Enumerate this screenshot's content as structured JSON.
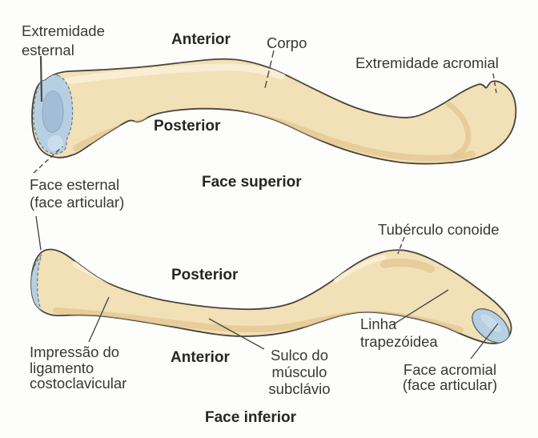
{
  "colors": {
    "background": "#fdfdfc",
    "bone_fill": "#f2e0b6",
    "bone_outline": "#48433a",
    "bone_highlight": "#f9efd6",
    "bone_shadow": "#e2c48f",
    "articular_face_blue": "#b6cfe2",
    "articular_face_blue_dark": "#a2bdd7",
    "articular_face_blue_light": "#cadeec",
    "leader_line": "#4a4a4a",
    "label_text": "#383838",
    "heading_text": "#262626"
  },
  "superior_view": {
    "heading": "Face superior",
    "direction_anterior": "Anterior",
    "direction_posterior": "Posterior",
    "labels": {
      "extremidade_esternal": "Extremidade\nesternal",
      "corpo": "Corpo",
      "extremidade_acromial": "Extremidade acromial",
      "face_esternal": "Face esternal\n(face articular)"
    }
  },
  "inferior_view": {
    "heading": "Face inferior",
    "direction_anterior": "Anterior",
    "direction_posterior": "Posterior",
    "labels": {
      "tuberculo_conoide": "Tubérculo conoide",
      "impressao_ligamento": "Impressão do\nligamento\ncostoclavicular",
      "sulco_subclavio": "Sulco do\nmúsculo\nsubclávio",
      "linha_trapezoidea": "Linha\ntrapezóidea",
      "face_acromial": "Face acromial\n(face articular)"
    }
  }
}
